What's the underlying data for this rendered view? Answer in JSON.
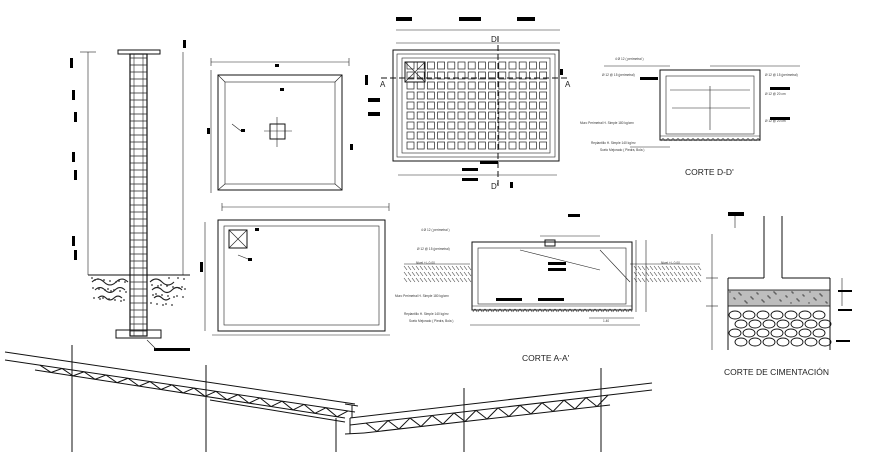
{
  "labels": {
    "corte_dd": "CORTE D-D'",
    "corte_aa": "CORTE A-A'",
    "corte_cim": "CORTE DE CIMENTACIÓN"
  },
  "section_markers": {
    "d_top": "D",
    "d_bottom": "D'",
    "a_left": "A",
    "a_right": "A"
  },
  "notes": {
    "dd_top": "4 Ø 12 ( perimetral )",
    "dd_left": "Ø 12 @ 15 (perimetral)",
    "dd_right": "Ø 12 @ 15 (perimetral)",
    "dd_dim1": "Ø 12 @ 20 cm",
    "dd_dim2": "Ø 12 @ 20 cm",
    "dd_muro": "Muro Perimetral H. Simple 180 kg/cm²",
    "dd_replantillo": "Replantillo H. Simple 140 kg/m²",
    "dd_suelo": "Suelo Mejorado ( Piedra, Bola )",
    "aa_top": "4 Ø 12 ( perimetral )",
    "aa_left": "Ø 12 @ 15 (perimetral)",
    "aa_nivel_left": "Nivel +/- 0.00",
    "aa_nivel_right": "Nivel +/- 0.00",
    "aa_muro": "Muro Perimetral H. Simple 180 kg/cm²",
    "aa_replantillo": "Replantillo H. Simple 140 kg/m²",
    "aa_suelo": "Suelo Mejorado ( Piedra, Bola )",
    "aa_dim": "1.40"
  },
  "colors": {
    "line": "#111111",
    "hatch": "#333333",
    "mark": "#000000"
  }
}
